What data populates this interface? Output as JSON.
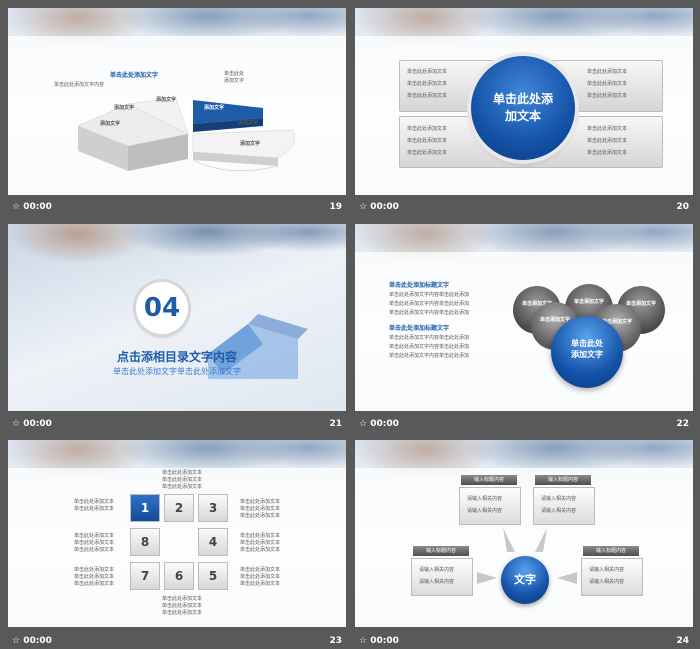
{
  "footer_label": "00:00",
  "slides": {
    "s19": {
      "number": "19",
      "labels": {
        "top1": "单击此处添加文字",
        "top2": "单击此处添加文字内容",
        "right_a": "单击此处",
        "right_b": "添加文字",
        "blue": "添加文字",
        "w1": "添加文字",
        "w2": "添加文字",
        "w3": "添加文字",
        "w4": "添加文字",
        "w5": "添加文字"
      }
    },
    "s20": {
      "number": "20",
      "center": [
        "单击此处添",
        "加文本"
      ],
      "line": "单击此处添加文本"
    },
    "s21": {
      "number": "21",
      "badge": "04",
      "title": "点击添相目录文字内容",
      "subtitle": "单击此处添加文字单击此处添加文字"
    },
    "s22": {
      "number": "22",
      "head": "单击此处添加标题文字",
      "line": "单击此处添加文字内容单击此处添加",
      "ball": "单击添加文字",
      "main": [
        "单击此处",
        "添加文字"
      ]
    },
    "s23": {
      "number": "23",
      "line": "单击此处添加文本",
      "tiles": [
        "1",
        "2",
        "3",
        "8",
        "4",
        "7",
        "6",
        "5"
      ]
    },
    "s24": {
      "number": "24",
      "hdr": "输入标题内容",
      "line": "请输入相关内容",
      "center": "文字"
    }
  }
}
